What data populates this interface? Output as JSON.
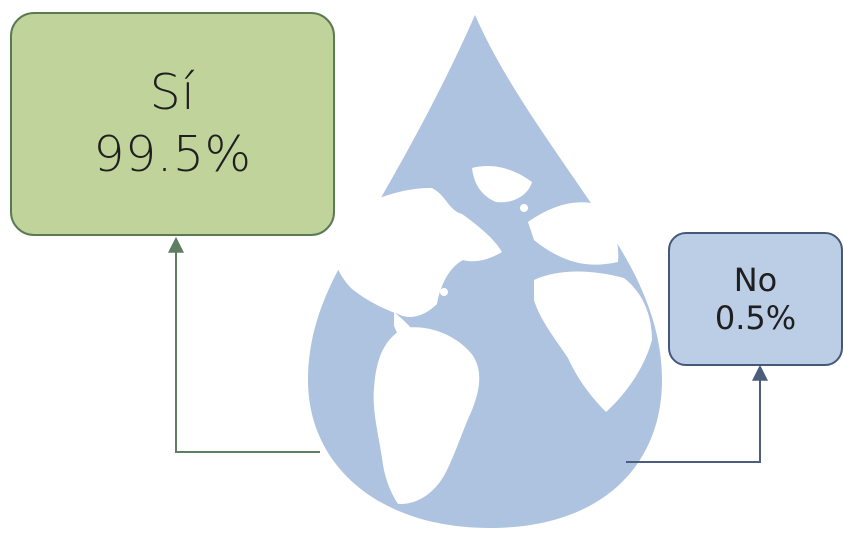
{
  "yes_box": {
    "label": "Sí",
    "value": "99.5%"
  },
  "no_box": {
    "label": "No",
    "value": "0.5%"
  },
  "colors": {
    "yes_fill": "#c0d39a",
    "yes_border": "#5b7a52",
    "yes_connector": "#5e7f62",
    "no_fill": "#bccde6",
    "no_border": "#44597a",
    "no_connector": "#4b5f7c",
    "drop": "#aec3df",
    "land": "#ffffff"
  },
  "icons": {
    "illustration": "water-drop-globe-icon"
  }
}
